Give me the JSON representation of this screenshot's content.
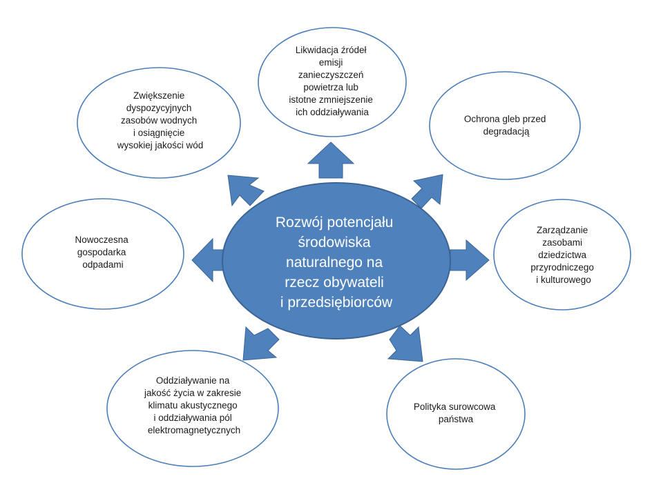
{
  "center": {
    "lines": [
      "Rozwój potencjału",
      "środowiska",
      "naturalnego na",
      "rzecz obywateli",
      "i przedsiębiorców"
    ]
  },
  "nodes": [
    {
      "id": "powietrze",
      "lines": [
        "Likwidacja źródeł",
        "emisji",
        "zanieczyszczeń",
        "powietrza lub",
        "istotne zmniejszenie",
        "ich oddziaływania"
      ]
    },
    {
      "id": "woda",
      "lines": [
        "Zwiększenie",
        "dyspozycyjnych",
        "zasobów wodnych",
        "i osiągnięcie",
        "wysokiej jakości wód"
      ]
    },
    {
      "id": "gleby",
      "lines": [
        "Ochrona gleb przed",
        "degradacją"
      ]
    },
    {
      "id": "odpady",
      "lines": [
        "Nowoczesna",
        "gospodarka",
        "odpadami"
      ]
    },
    {
      "id": "dziedzictwo",
      "lines": [
        "Zarządzanie",
        "zasobami",
        "dziedzictwa",
        "przyrodniczego",
        "i kulturowego"
      ]
    },
    {
      "id": "halas",
      "lines": [
        "Oddziaływanie na",
        "jakość życia w zakresie",
        "klimatu akustycznego",
        "i oddziaływania pól",
        "elektromagnetycznych"
      ]
    },
    {
      "id": "surowce",
      "lines": [
        "Polityka surowcowa",
        "państwa"
      ]
    }
  ]
}
